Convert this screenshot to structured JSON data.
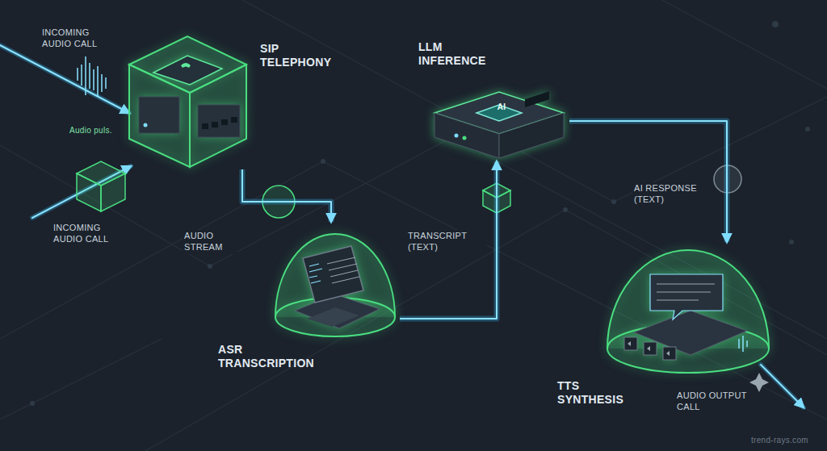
{
  "diagram": {
    "nodes": [
      {
        "text": [
          "SIP TELEPHONY"
        ]
      },
      {
        "text": [
          "ASR TRANSCRIPTION"
        ]
      },
      {
        "text": [
          "LLM INFERENCE"
        ]
      },
      {
        "text": [
          "TTS SYNTHESIS"
        ]
      }
    ],
    "edges": [
      {
        "from": 0,
        "to": 1,
        "arrow": "to",
        "label": "AUDIO STREAM"
      },
      {
        "from": 1,
        "to": 2,
        "arrow": "to",
        "label": "TRANSCRIPT (TEXT)"
      },
      {
        "from": 2,
        "to": 3,
        "arrow": "to",
        "label": "AI RESPONSE (TEXT)"
      }
    ],
    "labels": [
      "INCOMING AUDIO CALL",
      "Audio puls.",
      "INCOMING AUDIO CALL",
      "AI",
      "AUDIO OUTPUT CALL",
      "trend-rays.com"
    ]
  }
}
